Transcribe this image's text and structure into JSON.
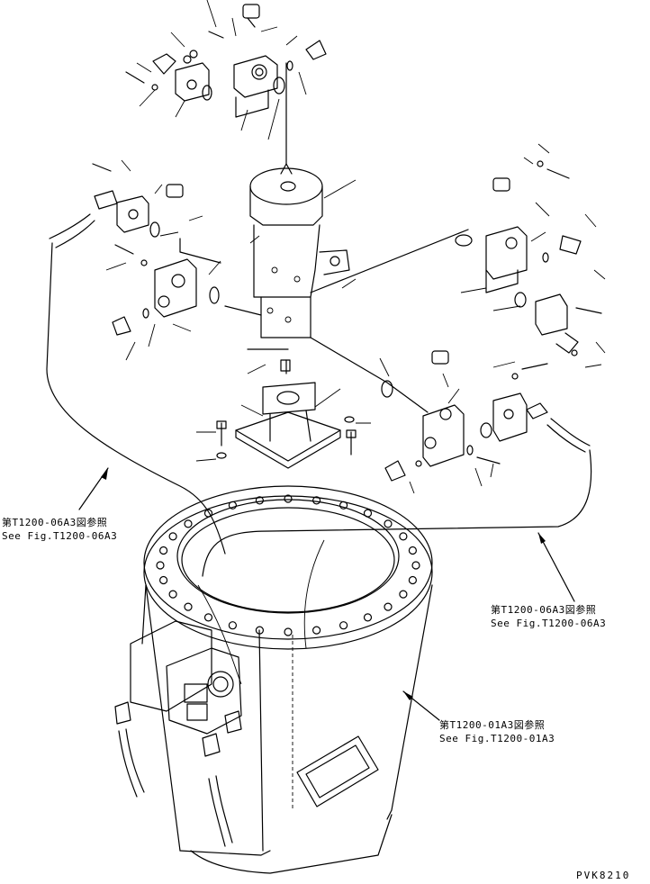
{
  "refs": [
    {
      "jp": "第T1200-06A3図参照",
      "en": "See Fig.T1200-06A3"
    },
    {
      "jp": "第T1200-06A3図参照",
      "en": "See Fig.T1200-06A3"
    },
    {
      "jp": "第T1200-01A3図参照",
      "en": "See Fig.T1200-01A3"
    }
  ],
  "drawing_code": "PVK8210"
}
